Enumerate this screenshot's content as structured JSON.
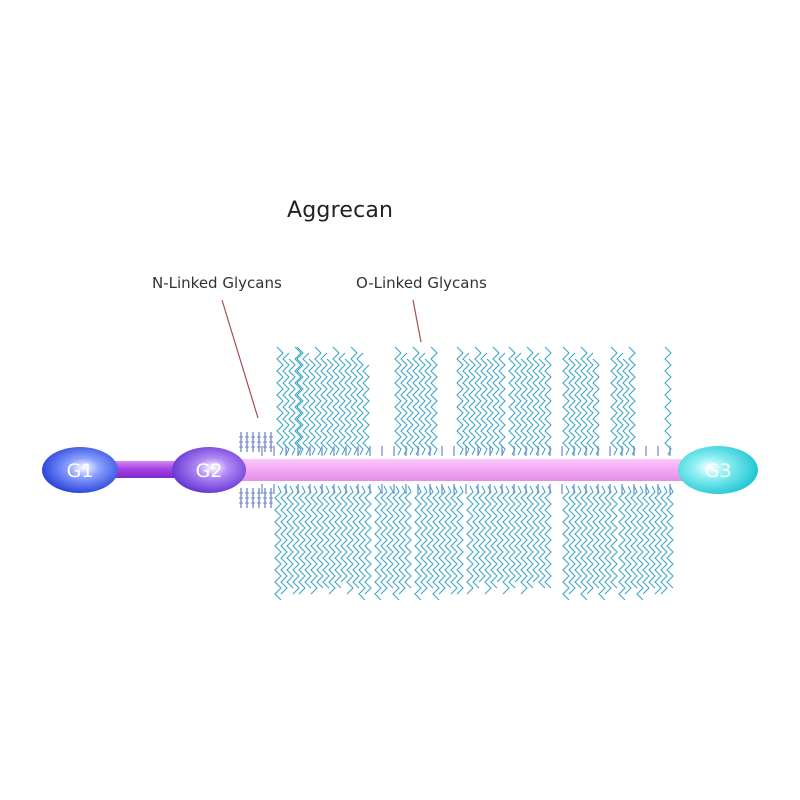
{
  "title": "Aggrecan",
  "callouts": {
    "n_linked": "N-Linked Glycans",
    "o_linked": "O-Linked Glycans"
  },
  "domains": [
    {
      "id": "g1",
      "label": "G1",
      "color": "#2f4fe0"
    },
    {
      "id": "g2",
      "label": "G2",
      "color": "#7a3fe6"
    },
    {
      "id": "g3",
      "label": "G3",
      "color": "#3fd8e2"
    }
  ],
  "colors": {
    "core_protein": "#f3a6f5",
    "interglobular_domain": "#b04ce8",
    "glycan_chain": "#3fa9c9",
    "n_glycan": "#6f87c9",
    "leader_line": "#a05050"
  }
}
